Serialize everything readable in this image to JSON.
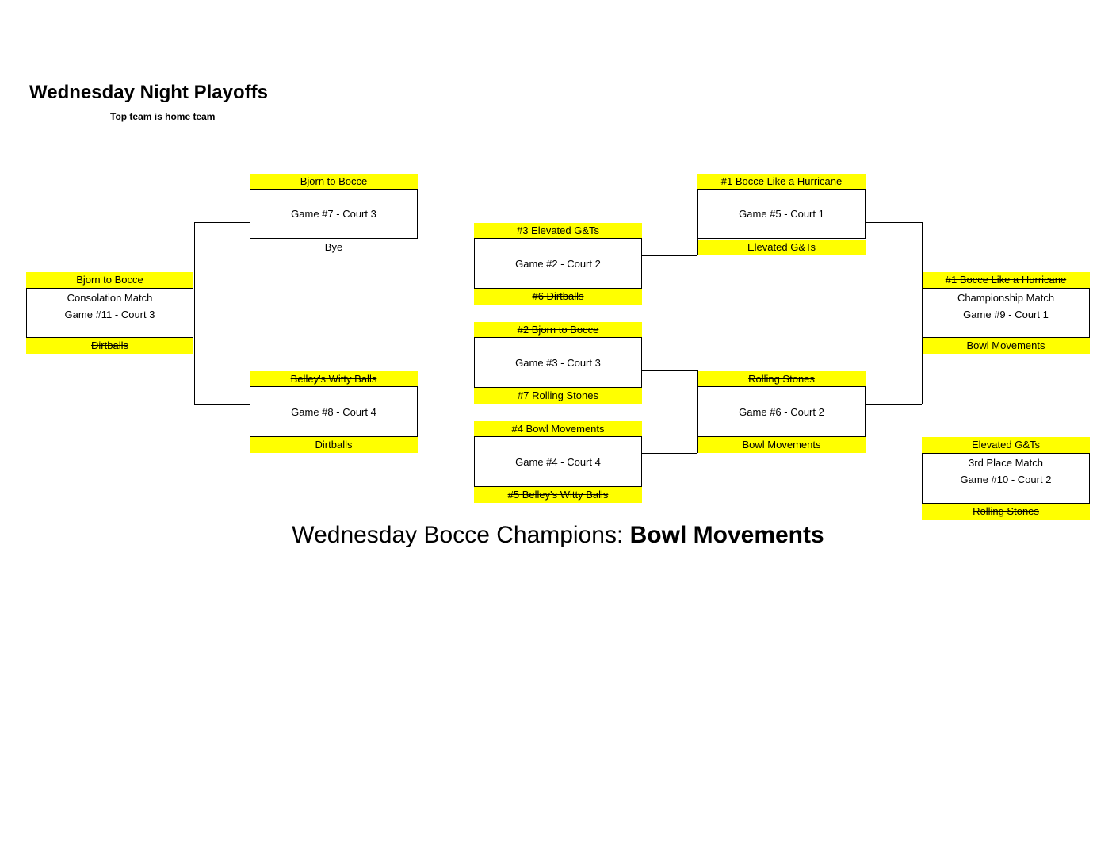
{
  "header": {
    "title": "Wednesday Night Playoffs",
    "subtitle": "Top team is home team"
  },
  "games": {
    "g2": {
      "label": "Game #2 - Court 2",
      "top": "#3 Elevated G&Ts",
      "bottom": "#6 Dirtballs"
    },
    "g3": {
      "label": "Game #3 - Court 3",
      "top": "#2 Bjorn to Bocce",
      "bottom": "#7 Rolling Stones"
    },
    "g4": {
      "label": "Game #4 - Court 4",
      "top": "#4 Bowl Movements",
      "bottom": "#5 Belley's Witty Balls"
    },
    "g5": {
      "label": "Game #5 - Court 1",
      "top": "#1 Bocce Like a Hurricane",
      "bottom": "Elevated G&Ts"
    },
    "g6": {
      "label": "Game #6 - Court 2",
      "top": "Rolling Stones",
      "bottom": "Bowl Movements"
    },
    "g7": {
      "label": "Game #7 - Court 3",
      "top": "Bjorn to Bocce",
      "bottom": "Bye"
    },
    "g8": {
      "label": "Game #8 - Court 4",
      "top": "Belley's Witty Balls",
      "bottom": "Dirtballs"
    },
    "g9": {
      "type": "Championship Match",
      "label": "Game #9 - Court 1",
      "top": "#1 Bocce Like a Hurricane",
      "bottom": "Bowl Movements"
    },
    "g10": {
      "type": "3rd Place Match",
      "label": "Game #10 - Court 2",
      "top": "Elevated G&Ts",
      "bottom": "Rolling Stones"
    },
    "g11": {
      "type": "Consolation Match",
      "label": "Game #11 - Court 3",
      "top": "Bjorn to Bocce",
      "bottom": "Dirtballs"
    }
  },
  "champion": {
    "prefix": "Wednesday Bocce Champions: ",
    "name": "Bowl Movements"
  },
  "colors": {
    "highlight": "#ffff00",
    "line": "#000000"
  }
}
